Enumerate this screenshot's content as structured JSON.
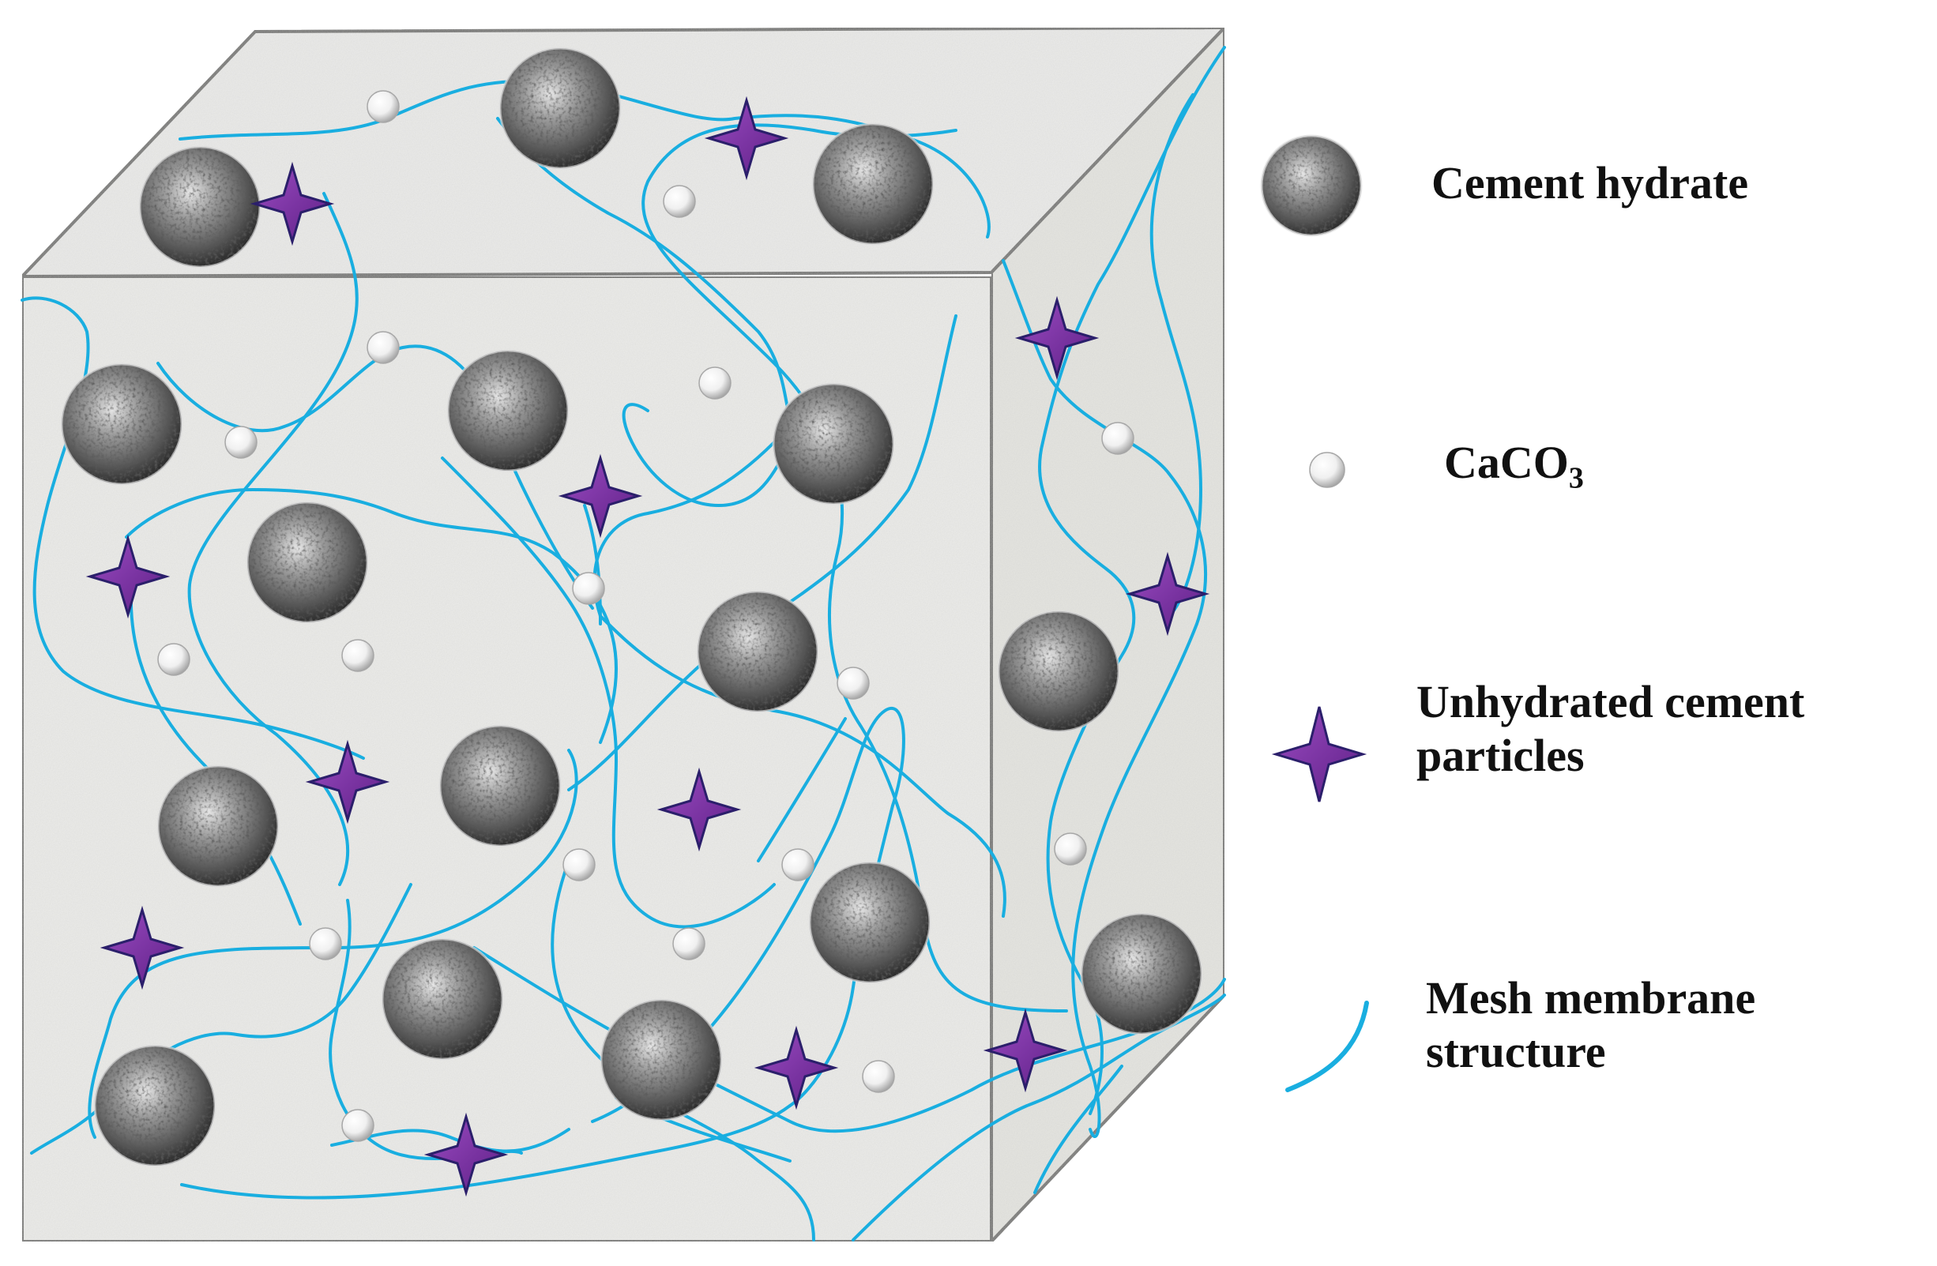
{
  "colors": {
    "membrane": "#19aee0",
    "cube_edge": "#6e6e6e",
    "matrix_fill": "#ebebe6",
    "star_fill": "#7a2fa0",
    "star_edge": "#2b1f6b",
    "sphere_dark": "#3c3c3c",
    "caco3": "#f3f3f3",
    "text": "#111111"
  },
  "icons": {
    "cement_hydrate": "grey-textured-sphere",
    "caco3": "small-white-sphere",
    "unhydrated": "purple-four-point-star",
    "mesh": "blue-curve"
  },
  "legend": {
    "cement_hydrate": "Cement hydrate",
    "caco3": {
      "main": "CaCO",
      "sub": "3"
    },
    "unhydrated": {
      "line1": "Unhydrated cement",
      "line2": "particles"
    },
    "mesh": {
      "line1": "Mesh membrane",
      "line2": "structure"
    }
  }
}
